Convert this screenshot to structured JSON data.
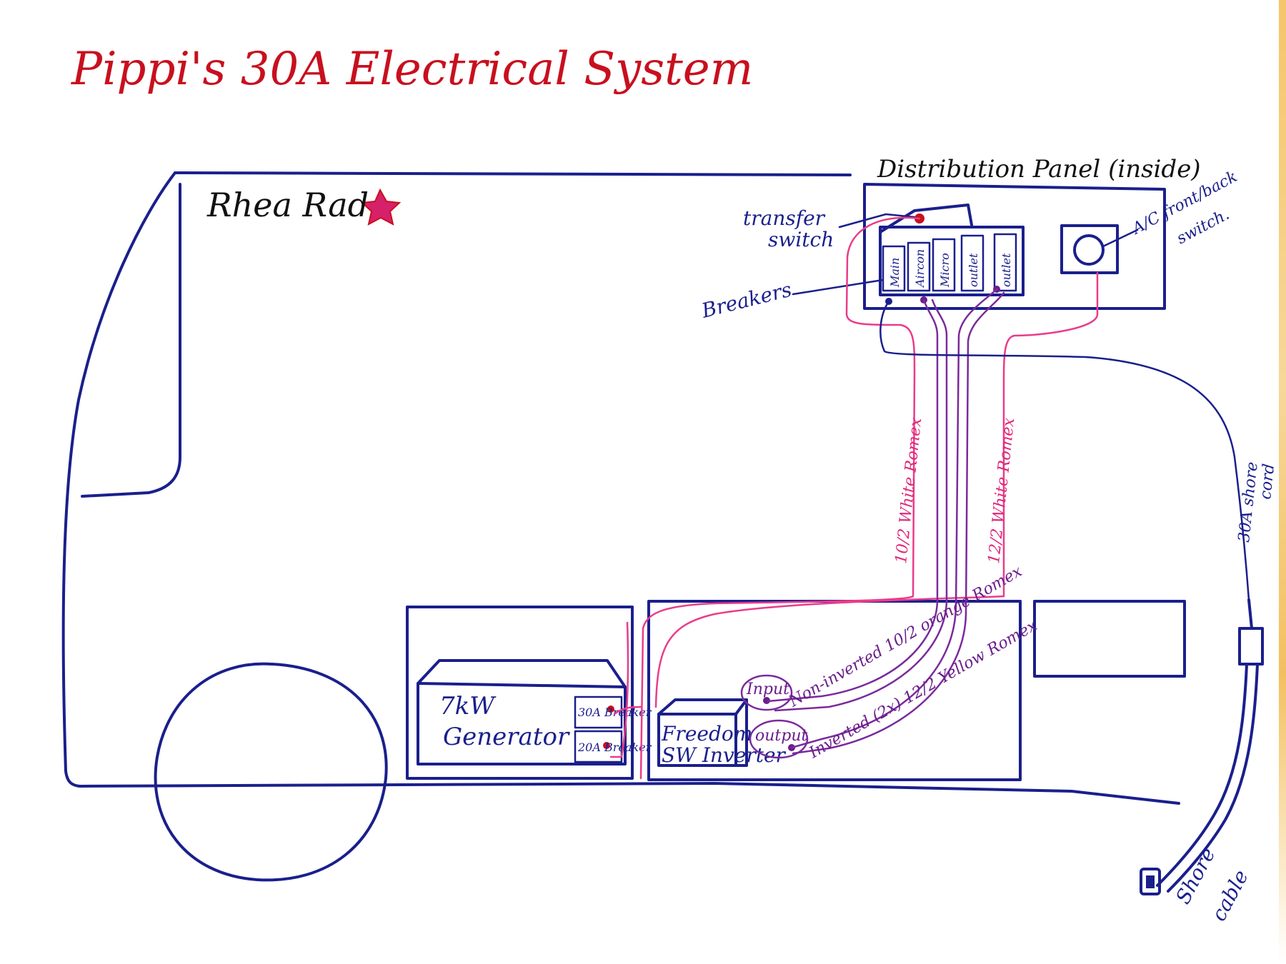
{
  "title": "Pippi's 30A Electrical System",
  "van_name": "Rhea Rad",
  "panel": {
    "title": "Distribution Panel (inside)",
    "breakers": [
      "Main",
      "Aircon",
      "Micro",
      "outlet",
      "outlet"
    ],
    "transfer_label_1": "transfer",
    "transfer_label_2": "switch",
    "breakers_label": "Breakers",
    "ac_switch_label_1": "A/C front/back",
    "ac_switch_label_2": "switch."
  },
  "cables": {
    "white_10_2": "10/2 White Romex",
    "white_12_2": "12/2 White Romex",
    "orange_10_2": "Non-inverted 10/2 orange Romex",
    "yellow_12_2": "Inverted (2x) 12/2 Yellow Romex",
    "shore_cord_1": "30A shore",
    "shore_cord_2": "cord",
    "shore_cable_1": "Shore",
    "shore_cable_2": "cable"
  },
  "generator": {
    "label_1": "7kW",
    "label_2": "Generator",
    "breaker_30": "30A Breaker",
    "breaker_20": "20A Breaker"
  },
  "inverter": {
    "label_1": "Freedom",
    "label_2": "SW Inverter",
    "input": "Input",
    "output": "output"
  },
  "colors": {
    "blue_ink": "#1a1f8c",
    "pink_ink": "#ea3c8a",
    "purple_ink": "#7a2a9c",
    "red_ink": "#c8101e"
  }
}
